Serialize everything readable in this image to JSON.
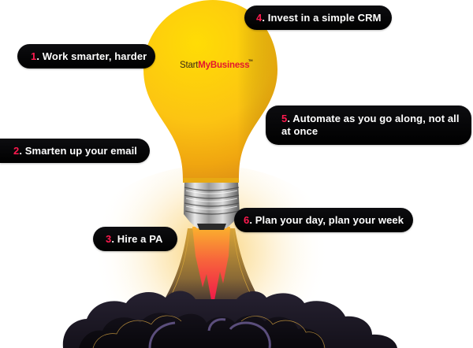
{
  "brand": {
    "logo_part1": "Start",
    "logo_part2": "MyBusiness",
    "logo_tm": "TM"
  },
  "tips": [
    {
      "number": "1",
      "text": ". Work smarter, harder"
    },
    {
      "number": "2",
      "text": ". Smarten up your email"
    },
    {
      "number": "3",
      "text": ". Hire a PA"
    },
    {
      "number": "4",
      "text": ". Invest in a simple CRM"
    },
    {
      "number": "5",
      "text": ". Automate as you go along, not all at once"
    },
    {
      "number": "6",
      "text": ". Plan your day, plan your week"
    }
  ],
  "colors": {
    "pill_bg": "#000000",
    "pill_text": "#ffffff",
    "number_accent": "#ff1a4f",
    "bulb_yellow": "#fbc713",
    "flame_red": "#ef0f4a",
    "smoke_dark": "#1a1622",
    "brand_red": "#e2162e"
  }
}
